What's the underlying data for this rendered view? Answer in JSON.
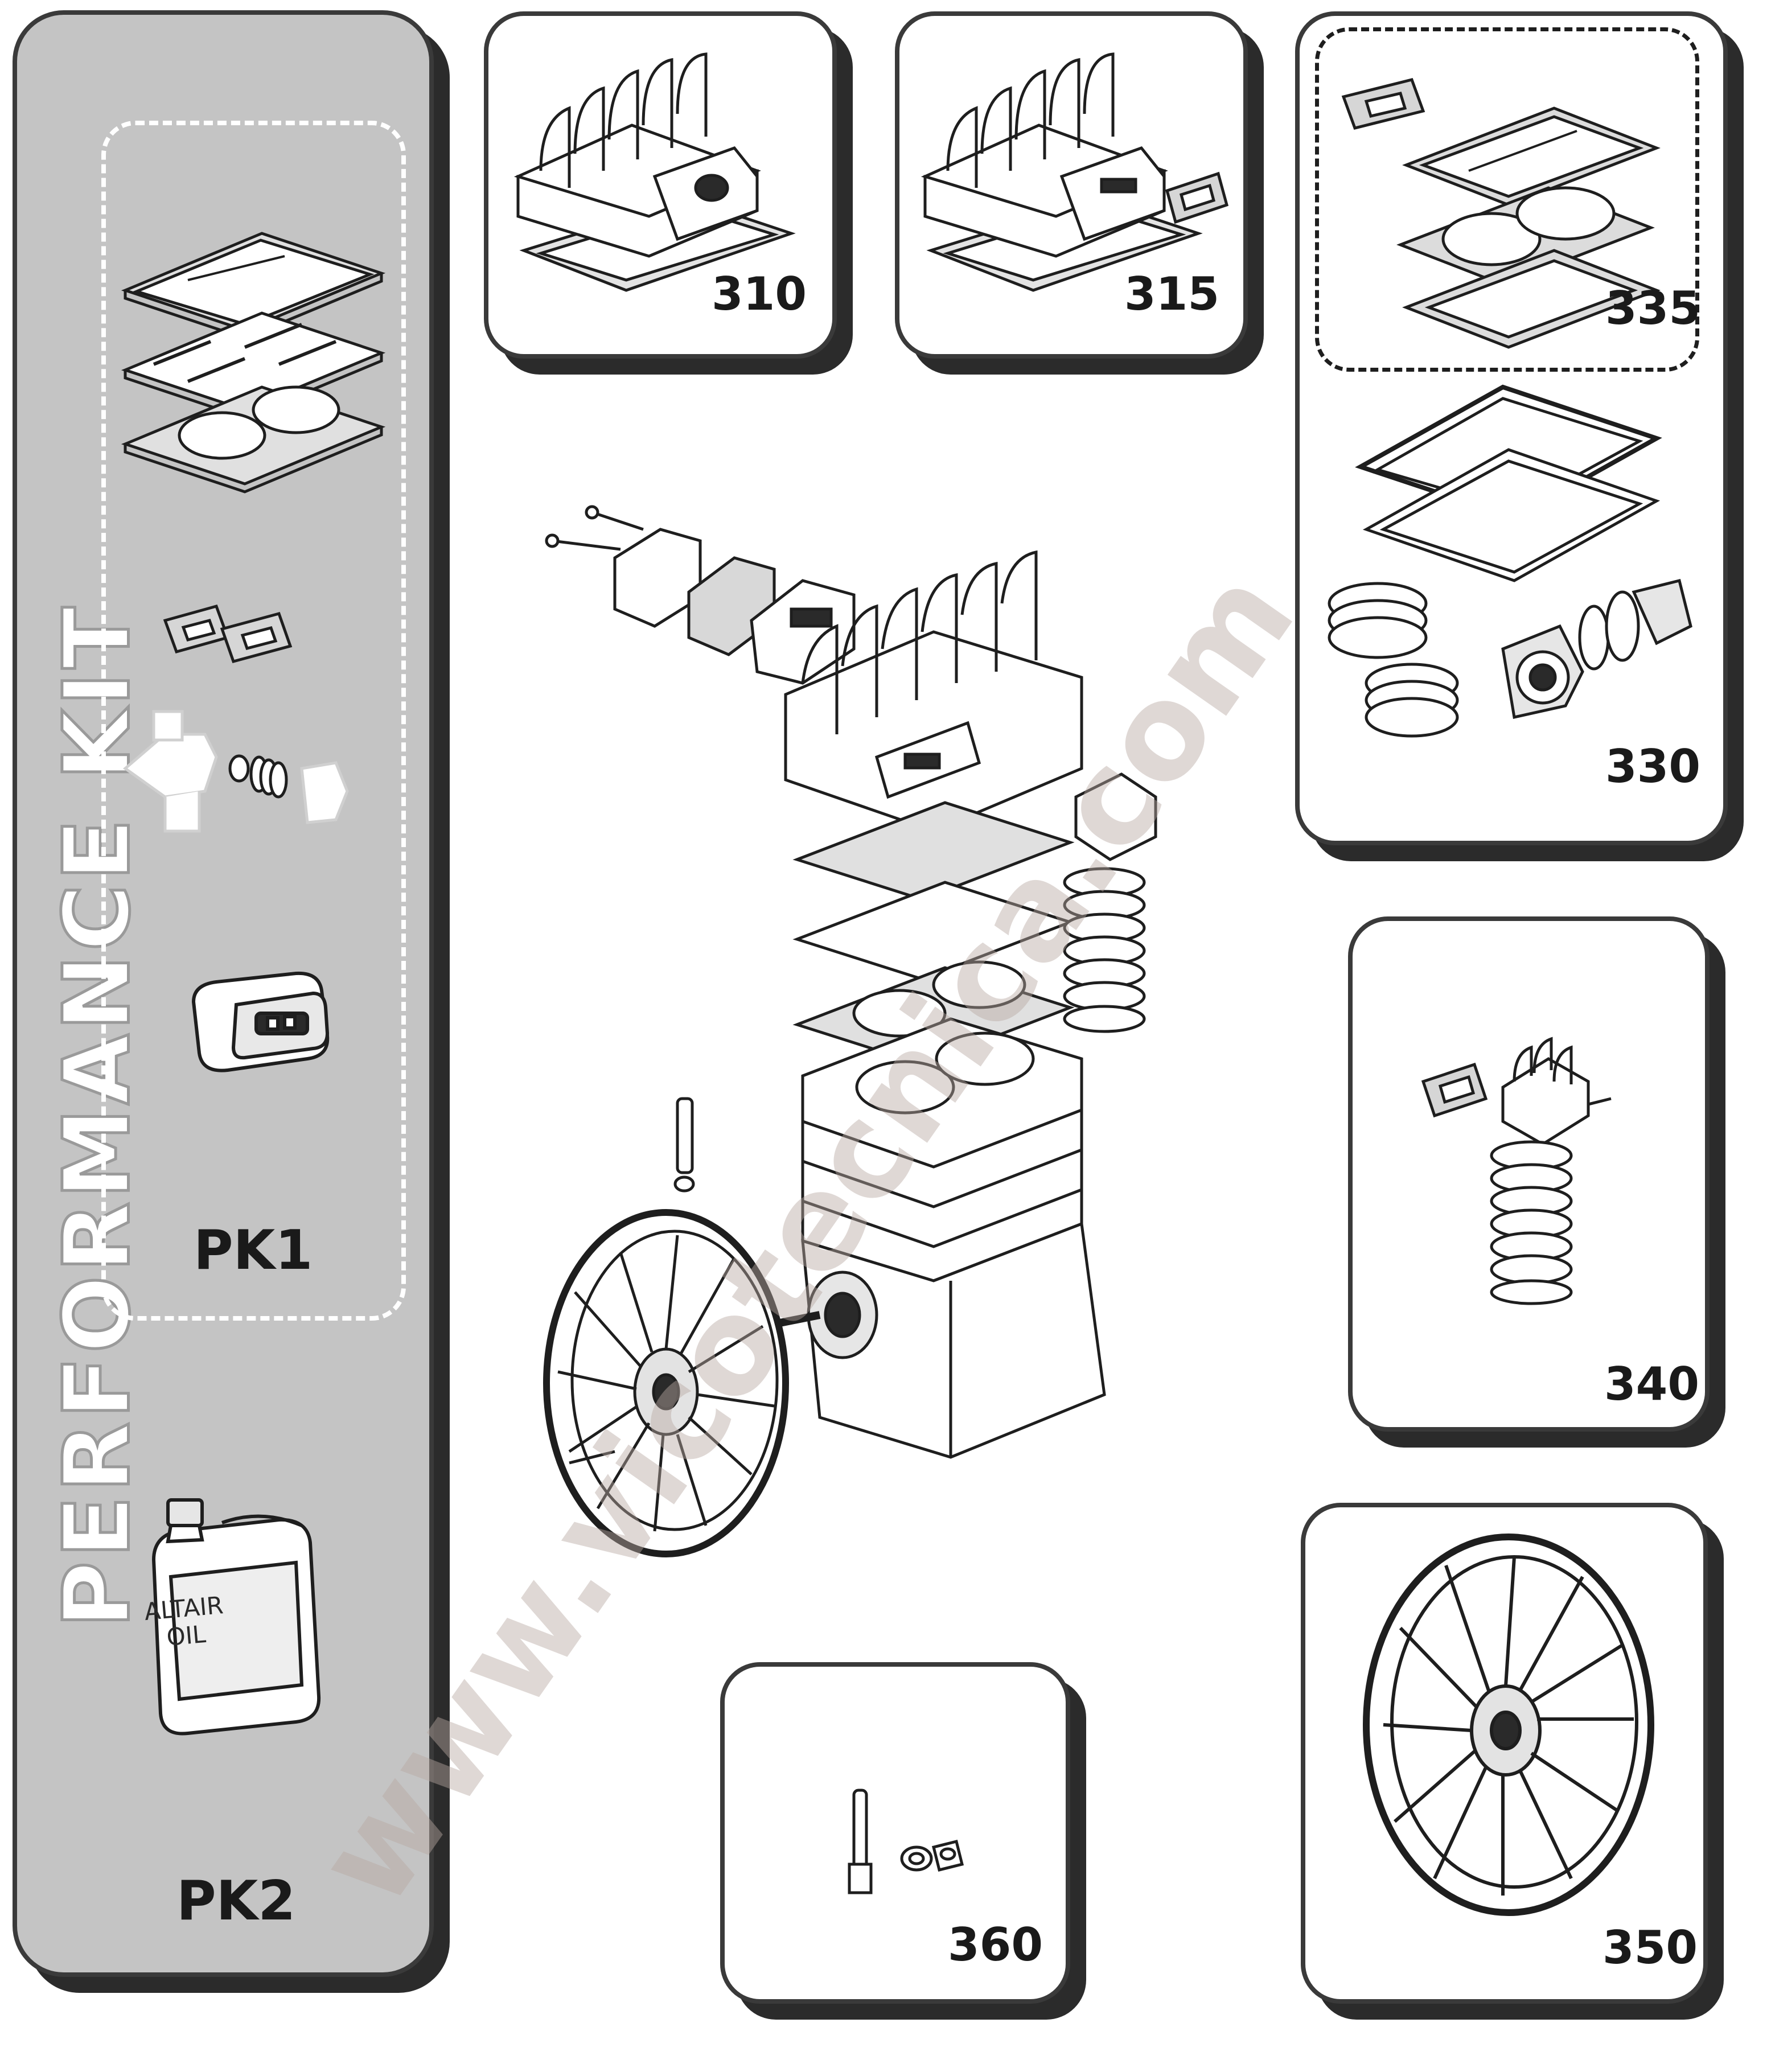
{
  "perf_kit": {
    "title": "PERFORMANCE KIT"
  },
  "kits": {
    "pk1": "PK1",
    "pk2": "PK2"
  },
  "oil": {
    "line1": "ALTAIR",
    "line2": "OIL"
  },
  "parts": {
    "p310": "310",
    "p315": "315",
    "p335": "335",
    "p330": "330",
    "p340": "340",
    "p350": "350",
    "p360": "360"
  },
  "watermark": "www.vicotecnica.com",
  "colors": {
    "sidebar": "#c4c4c4",
    "outline": "#1e1e1e",
    "shadow": "#2b2b2b",
    "panel": "#ffffff",
    "dash": "#ffffff"
  }
}
